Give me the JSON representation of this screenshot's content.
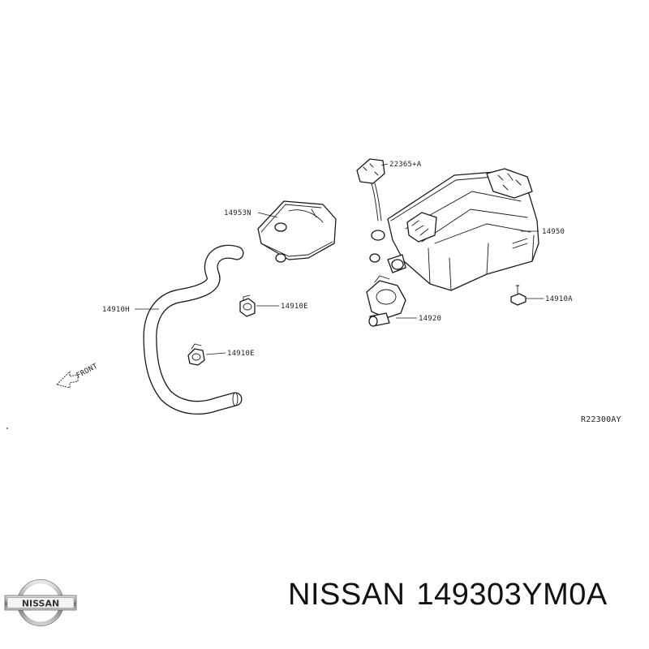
{
  "diagram": {
    "callouts": {
      "c22365a": "22365+A",
      "c14953n": "14953N",
      "c14950": "14950",
      "c14910h": "14910H",
      "c14910e_upper": "14910E",
      "c14910e_lower": "14910E",
      "c14920": "14920",
      "c14910a": "14910A"
    },
    "front_label": "FRONT",
    "drawing_ref": "R22300AY"
  },
  "brand": {
    "logo_text": "NISSAN",
    "name": "NISSAN",
    "part_number": "149303YM0A"
  },
  "colors": {
    "ink": "#1a1a1a",
    "background": "#ffffff"
  }
}
